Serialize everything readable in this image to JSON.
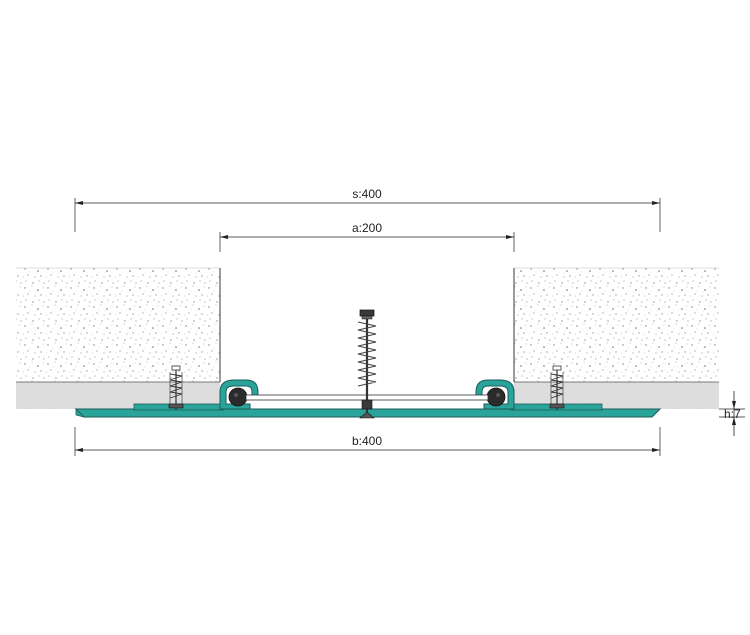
{
  "dimensions": {
    "s_label": "s:400",
    "a_label": "a:200",
    "b_label": "b:400",
    "h_label": "h:7"
  },
  "colors": {
    "profile": "#2aa39a",
    "profile_stroke": "#1a5e58",
    "insert": "#2b2b2b",
    "concrete_dot": "#8a8a8a",
    "screed": "#d8d8d8",
    "line": "#222222"
  }
}
